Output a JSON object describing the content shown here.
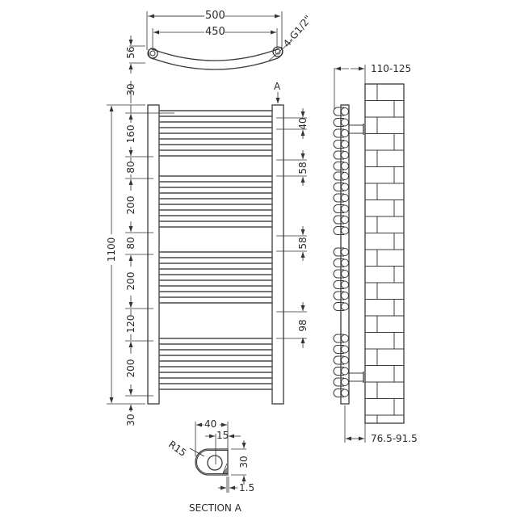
{
  "diagram": {
    "title": "Curved heated towel rail technical drawing",
    "line_color": "#3a3a3a",
    "background": "#ffffff"
  },
  "top_view": {
    "overall_width": "500",
    "centres_width": "450",
    "depth": "56",
    "connection_note": "4-G1/2\""
  },
  "front_view": {
    "section_marker": "A",
    "overall_height": "1100",
    "left_dimensions": [
      "30",
      "160",
      "80",
      "200",
      "80",
      "200",
      "120",
      "200",
      "30"
    ],
    "right_dimensions": [
      "40",
      "58",
      "58",
      "98"
    ],
    "bar_groups": [
      {
        "bars": 9
      },
      {
        "bars": 10
      },
      {
        "bars": 10
      },
      {
        "bars": 10
      }
    ]
  },
  "side_view": {
    "wall_distance": "110-125",
    "base_distance": "76.5-91.5"
  },
  "section_a": {
    "title": "SECTION A",
    "width": "40",
    "bore": "15",
    "radius": "R15",
    "height": "30",
    "wall_thickness": "1.5"
  }
}
